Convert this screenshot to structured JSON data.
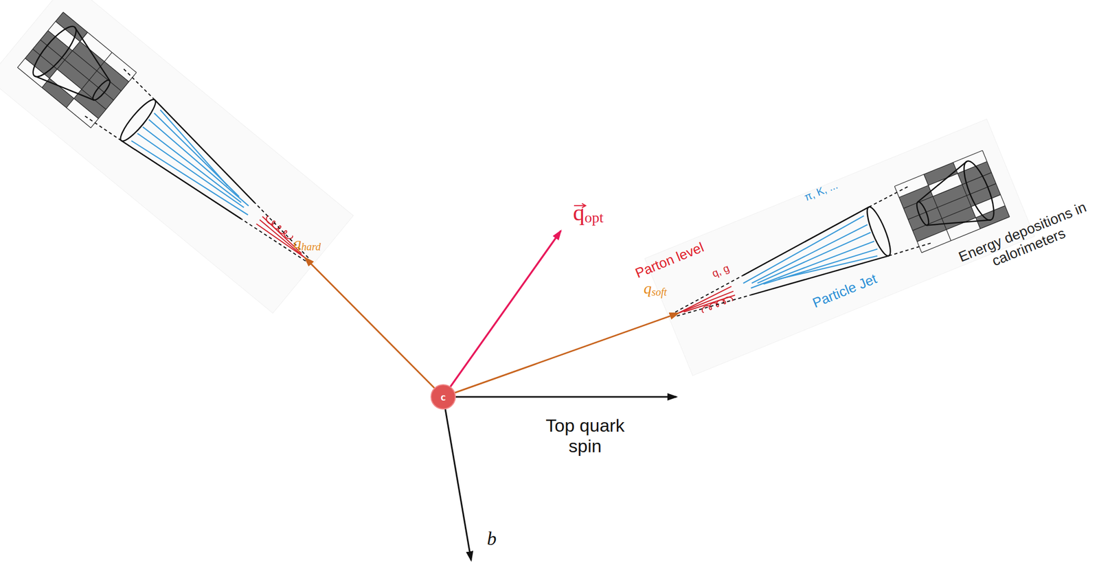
{
  "diagram": {
    "nodes": [
      {
        "text": [
          "c"
        ]
      }
    ],
    "labels": [
      "q",
      "hard",
      "q",
      "soft",
      "q",
      "opt",
      "Top quark spin",
      "b",
      "Parton level",
      "q, g",
      "π, K, ...",
      "Particle Jet",
      "Energy depositions in calorimeters"
    ]
  }
}
